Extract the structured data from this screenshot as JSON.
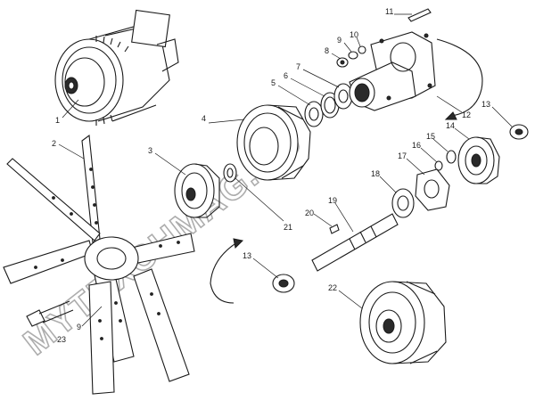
{
  "diagram": {
    "callouts": [
      {
        "id": "c1",
        "label": "1"
      },
      {
        "id": "c2",
        "label": "2"
      },
      {
        "id": "c3",
        "label": "3"
      },
      {
        "id": "c4",
        "label": "4"
      },
      {
        "id": "c5",
        "label": "5"
      },
      {
        "id": "c6",
        "label": "6"
      },
      {
        "id": "c7",
        "label": "7"
      },
      {
        "id": "c8",
        "label": "8"
      },
      {
        "id": "c9",
        "label": "9"
      },
      {
        "id": "c10",
        "label": "10"
      },
      {
        "id": "c11",
        "label": "11"
      },
      {
        "id": "c12",
        "label": "12"
      },
      {
        "id": "c13a",
        "label": "13"
      },
      {
        "id": "c13b",
        "label": "13"
      },
      {
        "id": "c14",
        "label": "14"
      },
      {
        "id": "c15",
        "label": "15"
      },
      {
        "id": "c16",
        "label": "16"
      },
      {
        "id": "c17",
        "label": "17"
      },
      {
        "id": "c18",
        "label": "18"
      },
      {
        "id": "c19",
        "label": "19"
      },
      {
        "id": "c20",
        "label": "20"
      },
      {
        "id": "c21",
        "label": "21"
      },
      {
        "id": "c22",
        "label": "22"
      },
      {
        "id": "c23",
        "label": "23"
      },
      {
        "id": "c9b",
        "label": "9"
      }
    ],
    "watermark": "MYTEXCHMAG.RU"
  }
}
